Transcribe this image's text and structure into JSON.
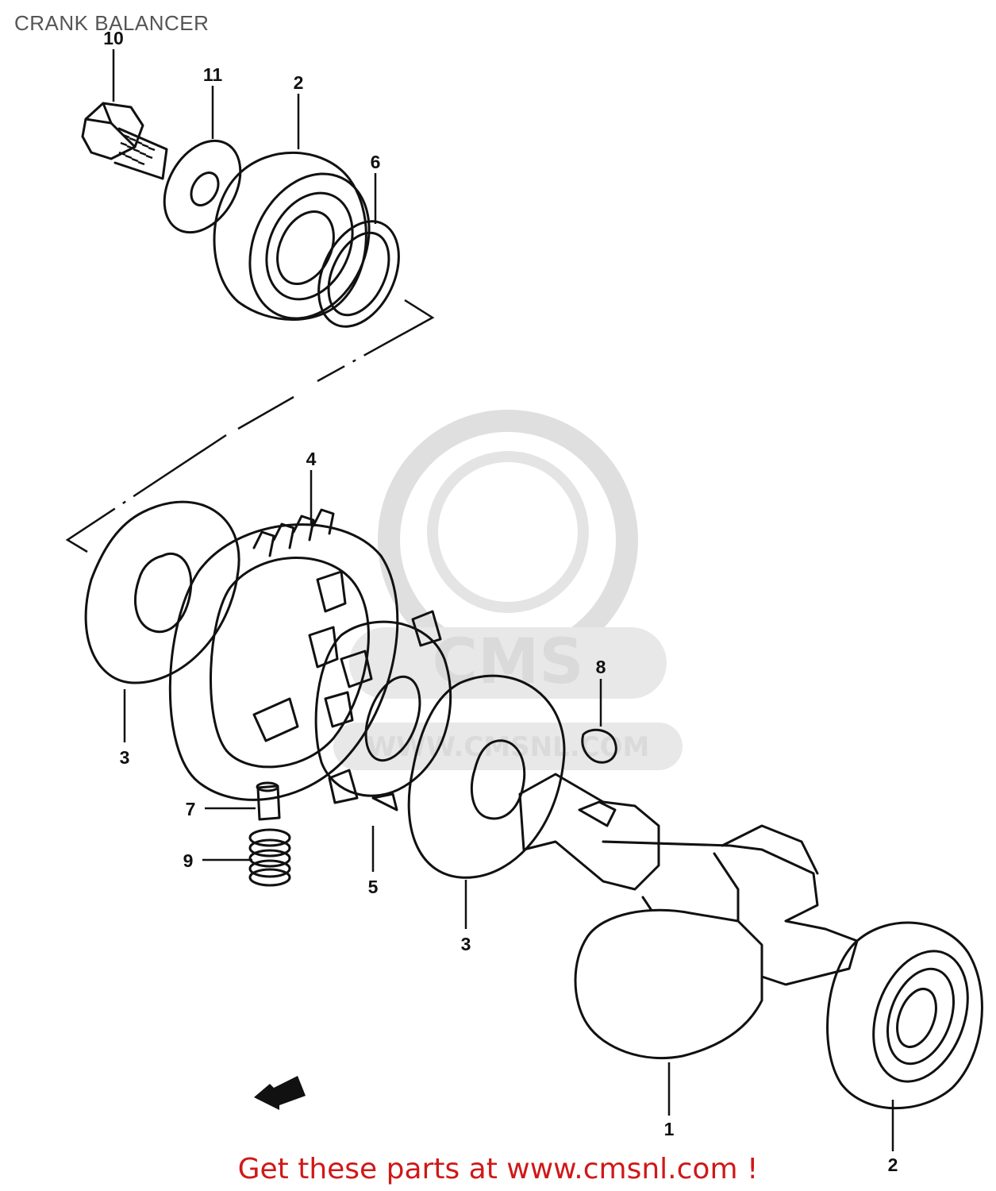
{
  "diagram": {
    "title": "CRANK BALANCER",
    "footer": "Get these parts at www.cmsnl.com !",
    "watermark": {
      "brand": "CMS",
      "url": "WWW.CMSNL.COM"
    },
    "callouts": {
      "c10": "10",
      "c11": "11",
      "c2_top": "2",
      "c6": "6",
      "c4": "4",
      "c8": "8",
      "c3_left": "3",
      "c7": "7",
      "c9": "9",
      "c5": "5",
      "c3_mid": "3",
      "c1": "1",
      "c2_bottom": "2"
    },
    "colors": {
      "line": "#111111",
      "footer": "#d01818",
      "watermark": "#d6d6d6"
    }
  }
}
